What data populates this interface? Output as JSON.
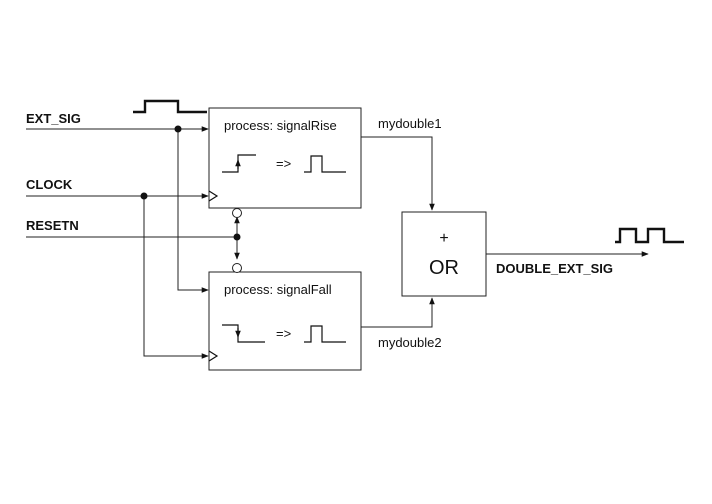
{
  "signals": {
    "ext_sig": "EXT_SIG",
    "clock": "CLOCK",
    "resetn": "RESETN",
    "output": "DOUBLE_EXT_SIG"
  },
  "processes": {
    "rise_title": "process: signalRise",
    "fall_title": "process: signalFall",
    "arrow_text": "=>"
  },
  "wires": {
    "out_rise": "mydouble1",
    "out_fall": "mydouble2"
  },
  "gate": {
    "plus": "+",
    "label": "OR"
  }
}
